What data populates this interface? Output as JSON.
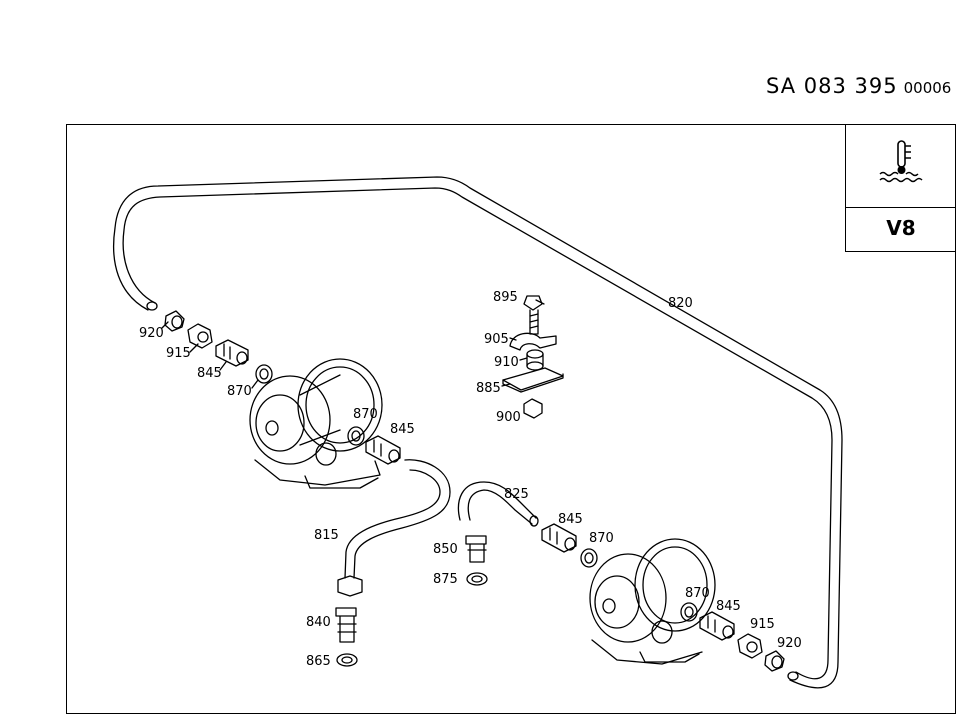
{
  "header": {
    "code": "SA 083 395",
    "sub_code": "00006"
  },
  "legend_box": {
    "icon": "coolant-temperature-icon",
    "engine_label": "V8"
  },
  "callouts": {
    "p920_left": "920",
    "p915_left": "915",
    "p845_left": "845",
    "p870_left": "870",
    "p870_mid": "870",
    "p845_mid": "845",
    "p815": "815",
    "p840": "840",
    "p865": "865",
    "p895": "895",
    "p905": "905",
    "p910": "910",
    "p885": "885",
    "p900": "900",
    "p820": "820",
    "p825": "825",
    "p845_right": "845",
    "p870_right": "870",
    "p850": "850",
    "p875": "875",
    "p870_lower": "870",
    "p845_lower": "845",
    "p915_right": "915",
    "p920_right": "920"
  }
}
